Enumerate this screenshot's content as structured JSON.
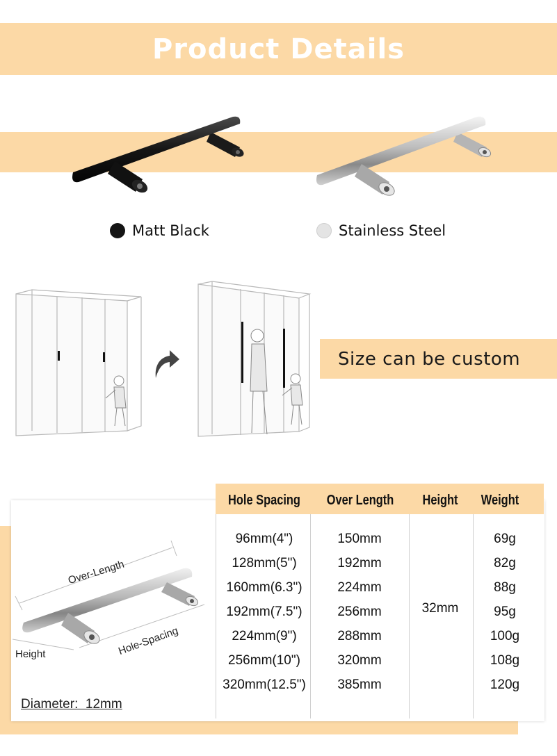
{
  "header": {
    "title": "Product Details"
  },
  "variants": [
    {
      "label": "Matt Black",
      "color": "#141414"
    },
    {
      "label": "Stainless Steel",
      "color": "#e4e4e4"
    }
  ],
  "custom": {
    "label": "Size can be custom"
  },
  "diagram": {
    "over_length_label": "Over-Length",
    "hole_spacing_label": "Hole-Spacing",
    "height_label": "Height",
    "diameter_label": "Diameter:  12mm"
  },
  "spec_table": {
    "headers": [
      "Hole Spacing",
      "Over Length",
      "Height",
      "Weight"
    ],
    "rows": [
      {
        "hole_spacing": "96mm(4\")",
        "over_length": "150mm",
        "weight": "69g"
      },
      {
        "hole_spacing": "128mm(5\")",
        "over_length": "192mm",
        "weight": "82g"
      },
      {
        "hole_spacing": "160mm(6.3\")",
        "over_length": "224mm",
        "weight": "88g"
      },
      {
        "hole_spacing": "192mm(7.5\")",
        "over_length": "256mm",
        "weight": "95g"
      },
      {
        "hole_spacing": "224mm(9\")",
        "over_length": "288mm",
        "weight": "100g"
      },
      {
        "hole_spacing": "256mm(10\")",
        "over_length": "320mm",
        "weight": "108g"
      },
      {
        "hole_spacing": "320mm(12.5\")",
        "over_length": "385mm",
        "weight": "120g"
      }
    ],
    "height": "32mm"
  },
  "colors": {
    "accent": "#fcd9a6"
  }
}
